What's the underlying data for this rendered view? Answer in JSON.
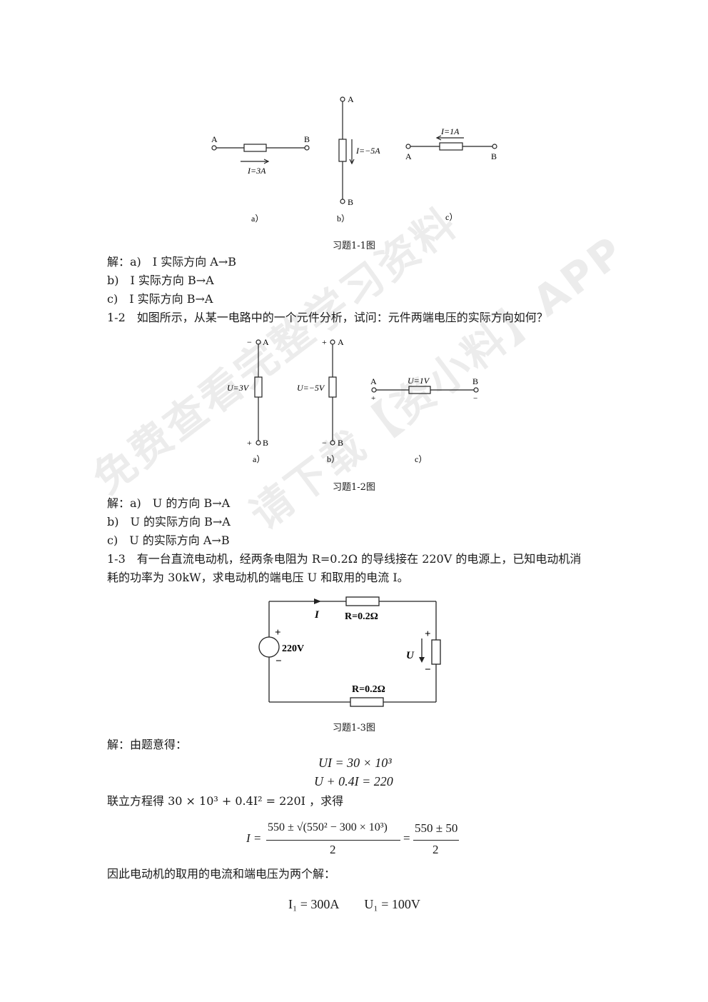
{
  "fig1": {
    "a_A": "A",
    "a_B": "B",
    "a_I": "I=3A",
    "a_cap": "a）",
    "b_A": "A",
    "b_B": "B",
    "b_I": "I=−5A",
    "b_cap": "b）",
    "c_A": "A",
    "c_B": "B",
    "c_I": "I=1A",
    "c_cap": "c）",
    "caption": "习题1-1图"
  },
  "ans1": [
    "解：a)　I 实际方向 A→B",
    "b)　I 实际方向 B→A",
    "c)　I 实际方向 B→A"
  ],
  "q2": "1-2　如图所示，从某一电路中的一个元件分析，试问：元件两端电压的实际方向如何？",
  "fig2": {
    "a_A": "A",
    "a_B": "B",
    "a_U": "U=3V",
    "a_minus": "−",
    "a_plus": "+",
    "a_cap": "a）",
    "b_A": "A",
    "b_B": "B",
    "b_U": "U=−5V",
    "b_plus": "+",
    "b_minus": "−",
    "b_cap": "b）",
    "c_A": "A",
    "c_B": "B",
    "c_U": "U=1V",
    "c_plus": "+",
    "c_minus": "−",
    "c_cap": "c）",
    "caption": "习题1-2图"
  },
  "ans2": [
    "解：a)　U 的方向 B→A",
    "b)　U 的实际方向 B→A",
    "c)　U 的实际方向 A→B"
  ],
  "q3": [
    "1-3　有一台直流电动机，经两条电阻为 R=0.2Ω 的导线接在 220V 的电源上，已知电动机消",
    "耗的功率为 30kW，求电动机的端电压 U 和取用的电流 I。"
  ],
  "fig3": {
    "I": "I",
    "R_top": "R=0.2Ω",
    "R_bottom": "R=0.2Ω",
    "src": "220V",
    "src_plus": "+",
    "src_minus": "−",
    "U": "U",
    "u_plus": "+",
    "u_minus": "−",
    "caption": "习题1-3图"
  },
  "sol3": {
    "intro": "解：由题意得：",
    "eq1": "UI = 30 × 10³",
    "eq2": "U + 0.4I = 220",
    "combine": "联立方程得 30 × 10³ + 0.4I² = 220I ，求得",
    "quad_lhs": "I =",
    "quad_num": "550 ± √(550² − 300 × 10³)",
    "quad_den": "2",
    "quad_eq": "=",
    "quad_num2": "550 ± 50",
    "quad_den2": "2",
    "conclusion": "因此电动机的取用的电流和端电压为两个解：",
    "result": "I₁ = 300A　　U₁ = 100V"
  },
  "watermark": {
    "line1": "免费查看完整学习资料",
    "line2": "请下载【资小料】APP"
  }
}
